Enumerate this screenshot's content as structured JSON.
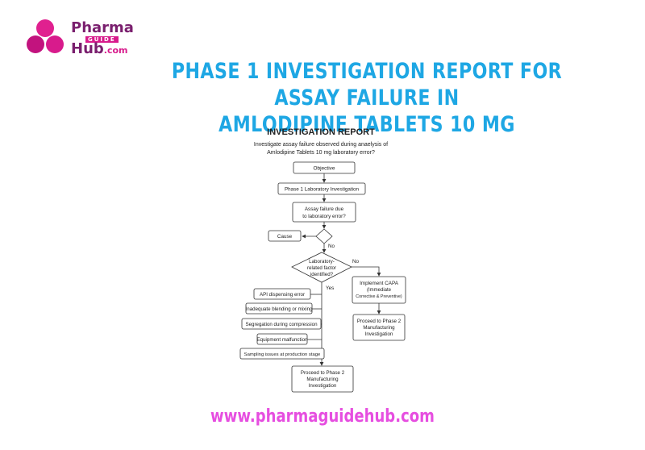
{
  "logo": {
    "pharma": "Pharma",
    "guide": "GUIDE",
    "hub": "Hub",
    "com": ".com"
  },
  "title_line1": "PHASE 1 INVESTIGATION REPORT FOR ASSAY FAILURE IN",
  "title_line2": "AMLODIPINE TABLETS 10 MG",
  "diagram": {
    "heading": "INVESTIGATION REPORT",
    "subtitle_line1": "Investigate assay failure observed during anaelysis of",
    "subtitle_line2": "Amlodipine Tablets 10 mg laboratory error?",
    "objective": "Objective",
    "phase1_lab": "Phase 1 Laboratory Investigation",
    "assay_failure_line1": "Assay failure due",
    "assay_failure_line2": "to laboratory error?",
    "cause": "Cause",
    "no1": "No",
    "decision_line1": "Laboratory-",
    "decision_line2": "related factor",
    "decision_line3": "identified?",
    "no2": "No",
    "yes": "Yes",
    "capa_line1": "Implement CAPA",
    "capa_line2": "(Immediate",
    "capa_line3": "Corrective & Preventive)",
    "phase2_right_line1": "Proceed to Phase 2",
    "phase2_right_line2": "Manufacturing",
    "phase2_right_line3": "Investigation",
    "causes": [
      "API dispensing error",
      "Inadequate blending or mixing",
      "Segregation during compression",
      "Equipment malfunction",
      "Sampling issues at production stage"
    ],
    "phase2_bottom_line1": "Proceed to Phase 2",
    "phase2_bottom_line2": "Manufacturing",
    "phase2_bottom_line3": "Investigation"
  },
  "website": "www.pharmaguidehub.com",
  "colors": {
    "title": "#1ea7e4",
    "brand": "#d81b8c",
    "website": "#e64ee0"
  }
}
